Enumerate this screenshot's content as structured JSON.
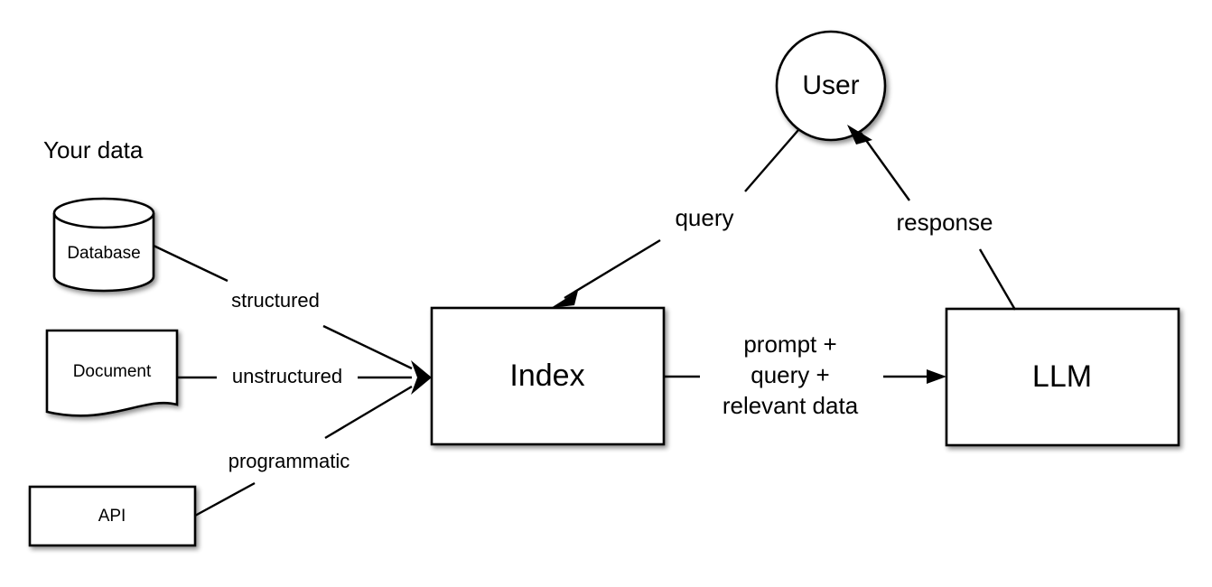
{
  "diagram": {
    "title_visible": "Your data",
    "background_color": "#ffffff",
    "stroke_color": "#000000",
    "fill_color": "#ffffff",
    "sections": {
      "data_sources_heading": "Your data"
    },
    "nodes": [
      {
        "id": "database",
        "label": "Database",
        "shape": "cylinder",
        "font_size": 19
      },
      {
        "id": "document",
        "label": "Document",
        "shape": "document",
        "font_size": 19
      },
      {
        "id": "api",
        "label": "API",
        "shape": "rectangle",
        "font_size": 19
      },
      {
        "id": "index",
        "label": "Index",
        "shape": "rectangle",
        "font_size": 34
      },
      {
        "id": "llm",
        "label": "LLM",
        "shape": "rectangle",
        "font_size": 34
      },
      {
        "id": "user",
        "label": "User",
        "shape": "circle",
        "font_size": 30
      }
    ],
    "edges": [
      {
        "id": "database-to-index",
        "from": "database",
        "to": "index",
        "label": "structured",
        "font_size": 22,
        "arrowhead": "filled-diamond-arrow"
      },
      {
        "id": "document-to-index",
        "from": "document",
        "to": "index",
        "label": "unstructured",
        "font_size": 22,
        "arrowhead": "filled-diamond-arrow"
      },
      {
        "id": "api-to-index",
        "from": "api",
        "to": "index",
        "label": "programmatic",
        "font_size": 22,
        "arrowhead": "filled-diamond-arrow"
      },
      {
        "id": "user-to-index",
        "from": "user",
        "to": "index",
        "label": "query",
        "font_size": 26,
        "arrowhead": "open-triangle"
      },
      {
        "id": "index-to-llm",
        "from": "index",
        "to": "llm",
        "label": "prompt +\nquery +\nrelevant data",
        "label_lines": [
          "prompt +",
          "query +",
          "relevant data"
        ],
        "font_size": 26,
        "arrowhead": "open-triangle"
      },
      {
        "id": "llm-to-user",
        "from": "llm",
        "to": "user",
        "label": "response",
        "font_size": 26,
        "arrowhead": "open-triangle"
      }
    ]
  }
}
